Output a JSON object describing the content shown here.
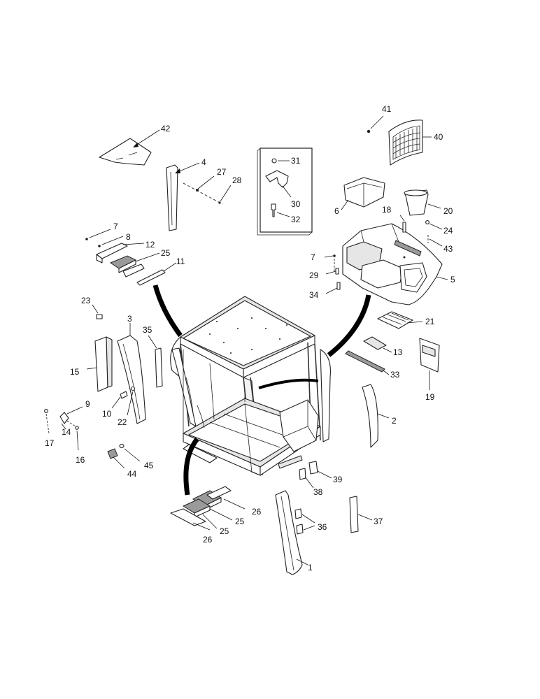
{
  "callouts": [
    {
      "id": "c1",
      "text": "1"
    },
    {
      "id": "c2",
      "text": "2"
    },
    {
      "id": "c3",
      "text": "3"
    },
    {
      "id": "c4",
      "text": "4"
    },
    {
      "id": "c5",
      "text": "5"
    },
    {
      "id": "c6",
      "text": "6"
    },
    {
      "id": "c7a",
      "text": "7"
    },
    {
      "id": "c7b",
      "text": "7"
    },
    {
      "id": "c8",
      "text": "8"
    },
    {
      "id": "c9",
      "text": "9"
    },
    {
      "id": "c10",
      "text": "10"
    },
    {
      "id": "c11",
      "text": "11"
    },
    {
      "id": "c12",
      "text": "12"
    },
    {
      "id": "c13",
      "text": "13"
    },
    {
      "id": "c14",
      "text": "14"
    },
    {
      "id": "c15",
      "text": "15"
    },
    {
      "id": "c16",
      "text": "16"
    },
    {
      "id": "c17",
      "text": "17"
    },
    {
      "id": "c18",
      "text": "18"
    },
    {
      "id": "c19",
      "text": "19"
    },
    {
      "id": "c20",
      "text": "20"
    },
    {
      "id": "c21",
      "text": "21"
    },
    {
      "id": "c22",
      "text": "22"
    },
    {
      "id": "c23",
      "text": "23"
    },
    {
      "id": "c24",
      "text": "24"
    },
    {
      "id": "c25a",
      "text": "25"
    },
    {
      "id": "c25b",
      "text": "25"
    },
    {
      "id": "c25c",
      "text": "25"
    },
    {
      "id": "c26a",
      "text": "26"
    },
    {
      "id": "c26b",
      "text": "26"
    },
    {
      "id": "c27",
      "text": "27"
    },
    {
      "id": "c28",
      "text": "28"
    },
    {
      "id": "c29",
      "text": "29"
    },
    {
      "id": "c30",
      "text": "30"
    },
    {
      "id": "c31",
      "text": "31"
    },
    {
      "id": "c32",
      "text": "32"
    },
    {
      "id": "c33",
      "text": "33"
    },
    {
      "id": "c34",
      "text": "34"
    },
    {
      "id": "c35",
      "text": "35"
    },
    {
      "id": "c36",
      "text": "36"
    },
    {
      "id": "c37",
      "text": "37"
    },
    {
      "id": "c38",
      "text": "38"
    },
    {
      "id": "c39",
      "text": "39"
    },
    {
      "id": "c40",
      "text": "40"
    },
    {
      "id": "c41",
      "text": "41"
    },
    {
      "id": "c42",
      "text": "42"
    },
    {
      "id": "c43",
      "text": "43"
    },
    {
      "id": "c44",
      "text": "44"
    },
    {
      "id": "c45",
      "text": "45"
    }
  ]
}
